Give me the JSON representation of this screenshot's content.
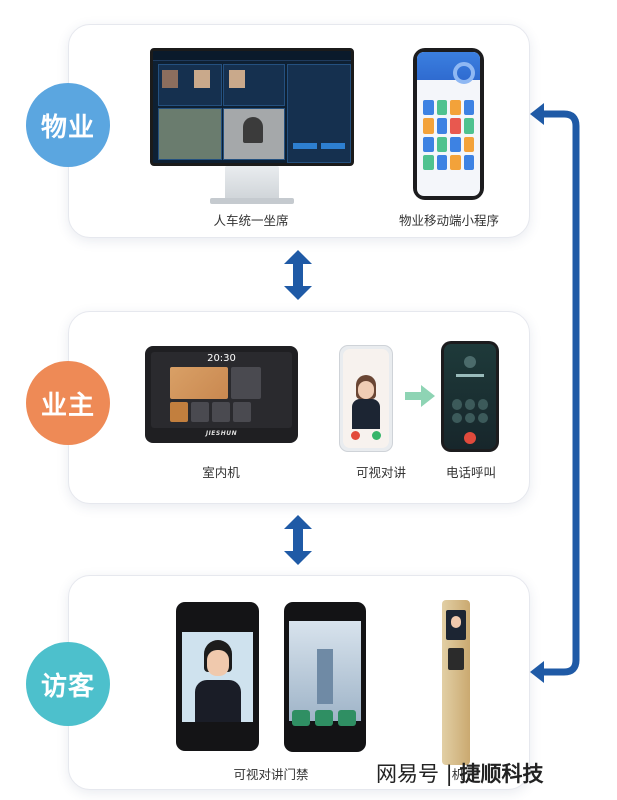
{
  "sections": [
    {
      "label": "物业",
      "color": "#5ba6e0",
      "items": [
        {
          "caption": "人车统一坐席"
        },
        {
          "caption": "物业移动端小程序"
        }
      ]
    },
    {
      "label": "业主",
      "color": "#ee8a56",
      "items": [
        {
          "caption": "室内机"
        },
        {
          "caption": "可视对讲"
        },
        {
          "caption": "电话呼叫"
        }
      ]
    },
    {
      "label": "访客",
      "color": "#4dc0cc",
      "items": [
        {
          "caption": "可视对讲门禁"
        },
        {
          "caption": "机"
        }
      ]
    }
  ],
  "indoor_unit": {
    "time": "20:30",
    "brand": "JIESHUN"
  },
  "watermark": {
    "prefix": "网易号 |",
    "name": "捷顺科技"
  },
  "colors": {
    "connector": "#1f5aa6",
    "panel_border": "#e6e8ee"
  }
}
